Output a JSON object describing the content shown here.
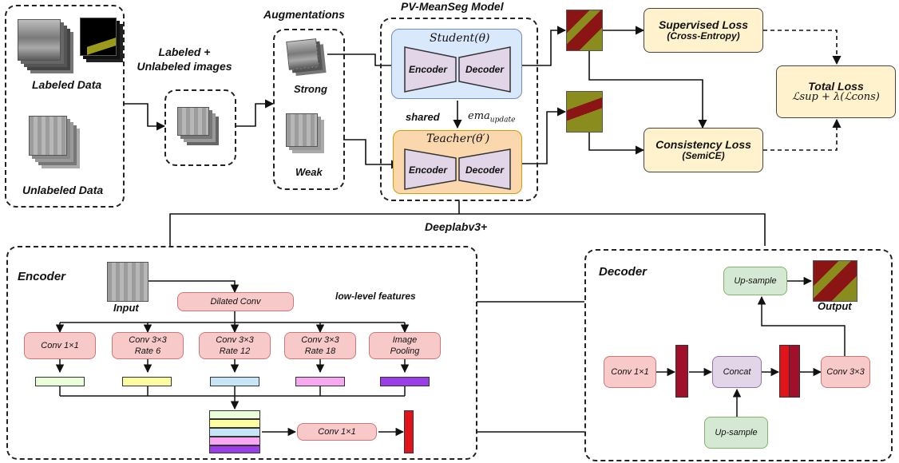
{
  "titles": {
    "augmentations": "Augmentations",
    "model": "PV-MeanSeg Model",
    "deeplab": "Deeplabv3+"
  },
  "data_panel": {
    "labeled": "Labeled Data",
    "unlabeled": "Unlabeled Data"
  },
  "mixed": {
    "label": "Labeled + Unlabeled images"
  },
  "augment": {
    "strong": "Strong",
    "weak": "Weak"
  },
  "model": {
    "student": "Student(θ)",
    "teacher": "Teacher(θ′)",
    "encoder": "Encoder",
    "decoder": "Decoder",
    "shared": "shared",
    "ema_base": "ema",
    "ema_sub": "update"
  },
  "losses": {
    "supervised_title": "Supervised Loss",
    "supervised_sub": "(Cross-Entropy)",
    "consistency_title": "Consistency Loss",
    "consistency_sub": "(SemiCE)",
    "total_title": "Total Loss",
    "total_formula": "ℒsup + λ(ℒcons)"
  },
  "encoder": {
    "title": "Encoder",
    "input": "Input",
    "dilated": "Dilated Conv",
    "lowlevel": "low-level features",
    "branches": [
      {
        "l1": "Conv 1×1",
        "l2": ""
      },
      {
        "l1": "Conv 3×3",
        "l2": "Rate 6"
      },
      {
        "l1": "Conv 3×3",
        "l2": "Rate 12"
      },
      {
        "l1": "Conv 3×3",
        "l2": "Rate 18"
      },
      {
        "l1": "Image",
        "l2": "Pooling"
      }
    ],
    "feature_colors": [
      "#eaffd9",
      "#fdfca0",
      "#c6e6f7",
      "#f8a8f0",
      "#9b3ee8"
    ],
    "conv_out": "Conv 1×1",
    "out_color": "#e0141a"
  },
  "decoder": {
    "title": "Decoder",
    "upsample_top": "Up-sample",
    "output": "Output",
    "conv1": "Conv 1×1",
    "concat": "Concat",
    "conv3": "Conv 3×3",
    "upsample_bottom": "Up-sample",
    "fmap_color": "#a0102a"
  }
}
